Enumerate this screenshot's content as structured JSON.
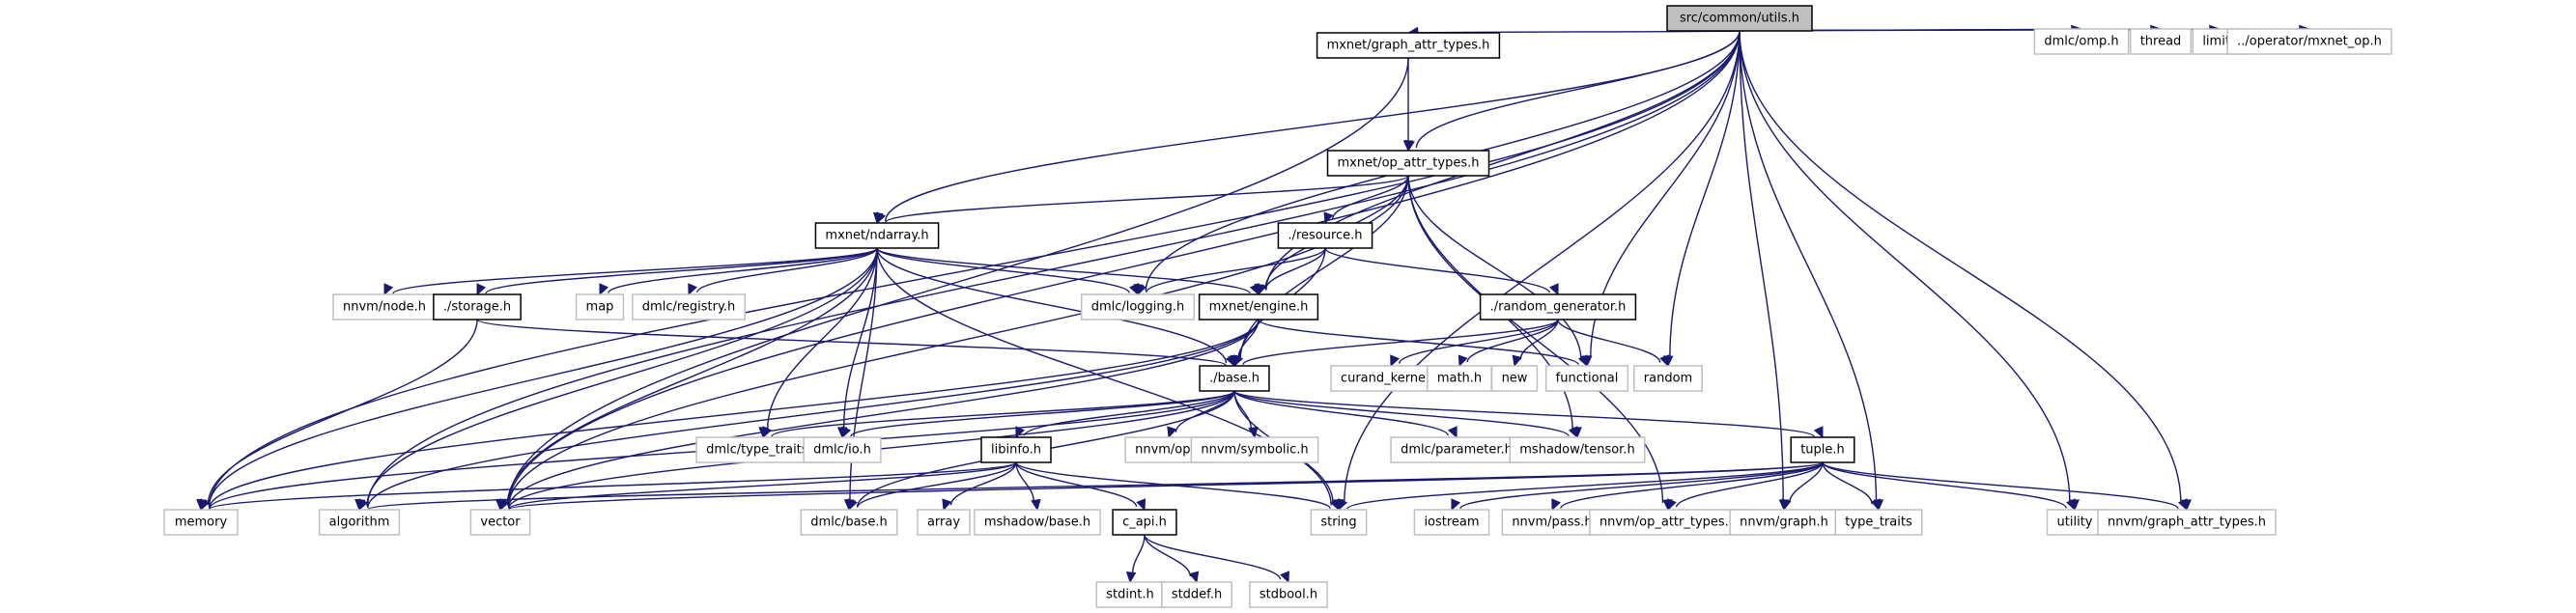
{
  "title": "src/common/utils.h include dependency graph",
  "colors": {
    "edge": "#191970",
    "root_fill": "#bfbfbf",
    "internal_border": "#000000",
    "external_border": "#bfbfbf"
  },
  "nodes": [
    {
      "id": "utils",
      "label": "src/common/utils.h",
      "kind": "root"
    },
    {
      "id": "graph_attr_types",
      "label": "mxnet/graph_attr_types.h",
      "kind": "internal"
    },
    {
      "id": "dmlc_omp",
      "label": "dmlc/omp.h",
      "kind": "external"
    },
    {
      "id": "thread",
      "label": "thread",
      "kind": "external"
    },
    {
      "id": "limits",
      "label": "limits",
      "kind": "external"
    },
    {
      "id": "mxnet_op",
      "label": "../operator/mxnet_op.h",
      "kind": "external"
    },
    {
      "id": "op_attr_types",
      "label": "mxnet/op_attr_types.h",
      "kind": "internal"
    },
    {
      "id": "ndarray",
      "label": "mxnet/ndarray.h",
      "kind": "internal"
    },
    {
      "id": "resource",
      "label": "./resource.h",
      "kind": "internal"
    },
    {
      "id": "nnvm_node",
      "label": "nnvm/node.h",
      "kind": "external"
    },
    {
      "id": "storage",
      "label": "./storage.h",
      "kind": "internal"
    },
    {
      "id": "map",
      "label": "map",
      "kind": "external"
    },
    {
      "id": "registry",
      "label": "dmlc/registry.h",
      "kind": "external"
    },
    {
      "id": "logging",
      "label": "dmlc/logging.h",
      "kind": "external"
    },
    {
      "id": "engine",
      "label": "mxnet/engine.h",
      "kind": "internal"
    },
    {
      "id": "random_generator",
      "label": "./random_generator.h",
      "kind": "internal"
    },
    {
      "id": "base",
      "label": "./base.h",
      "kind": "internal"
    },
    {
      "id": "curand",
      "label": "curand_kernel.h",
      "kind": "external"
    },
    {
      "id": "math",
      "label": "math.h",
      "kind": "external"
    },
    {
      "id": "new",
      "label": "new",
      "kind": "external"
    },
    {
      "id": "functional",
      "label": "functional",
      "kind": "external"
    },
    {
      "id": "random",
      "label": "random",
      "kind": "external"
    },
    {
      "id": "type_traits_dmlc",
      "label": "dmlc/type_traits.h",
      "kind": "external"
    },
    {
      "id": "dmlc_io",
      "label": "dmlc/io.h",
      "kind": "external"
    },
    {
      "id": "libinfo",
      "label": "libinfo.h",
      "kind": "internal"
    },
    {
      "id": "nnvm_op",
      "label": "nnvm/op.h",
      "kind": "external"
    },
    {
      "id": "nnvm_symbolic",
      "label": "nnvm/symbolic.h",
      "kind": "external"
    },
    {
      "id": "dmlc_parameter",
      "label": "dmlc/parameter.h",
      "kind": "external"
    },
    {
      "id": "mshadow_tensor",
      "label": "mshadow/tensor.h",
      "kind": "external"
    },
    {
      "id": "tuple",
      "label": "tuple.h",
      "kind": "internal"
    },
    {
      "id": "memory",
      "label": "memory",
      "kind": "external"
    },
    {
      "id": "algorithm",
      "label": "algorithm",
      "kind": "external"
    },
    {
      "id": "vector",
      "label": "vector",
      "kind": "external"
    },
    {
      "id": "dmlc_base",
      "label": "dmlc/base.h",
      "kind": "external"
    },
    {
      "id": "array",
      "label": "array",
      "kind": "external"
    },
    {
      "id": "mshadow_base",
      "label": "mshadow/base.h",
      "kind": "external"
    },
    {
      "id": "c_api",
      "label": "c_api.h",
      "kind": "internal"
    },
    {
      "id": "string",
      "label": "string",
      "kind": "external"
    },
    {
      "id": "iostream",
      "label": "iostream",
      "kind": "external"
    },
    {
      "id": "nnvm_pass",
      "label": "nnvm/pass.h",
      "kind": "external"
    },
    {
      "id": "nnvm_op_attr_types",
      "label": "nnvm/op_attr_types.h",
      "kind": "external"
    },
    {
      "id": "nnvm_graph",
      "label": "nnvm/graph.h",
      "kind": "external"
    },
    {
      "id": "type_traits",
      "label": "type_traits",
      "kind": "external"
    },
    {
      "id": "utility",
      "label": "utility",
      "kind": "external"
    },
    {
      "id": "nnvm_graph_attr_types",
      "label": "nnvm/graph_attr_types.h",
      "kind": "external"
    },
    {
      "id": "stdint",
      "label": "stdint.h",
      "kind": "external"
    },
    {
      "id": "stddef",
      "label": "stddef.h",
      "kind": "external"
    },
    {
      "id": "stdbool",
      "label": "stdbool.h",
      "kind": "external"
    }
  ],
  "edges": [
    [
      "utils",
      "graph_attr_types"
    ],
    [
      "utils",
      "dmlc_omp"
    ],
    [
      "utils",
      "thread"
    ],
    [
      "utils",
      "limits"
    ],
    [
      "utils",
      "mxnet_op"
    ],
    [
      "utils",
      "op_attr_types"
    ],
    [
      "utils",
      "ndarray"
    ],
    [
      "utils",
      "logging"
    ],
    [
      "utils",
      "engine"
    ],
    [
      "utils",
      "functional"
    ],
    [
      "utils",
      "random"
    ],
    [
      "utils",
      "memory"
    ],
    [
      "utils",
      "algorithm"
    ],
    [
      "utils",
      "vector"
    ],
    [
      "utils",
      "string"
    ],
    [
      "utils",
      "nnvm_graph"
    ],
    [
      "utils",
      "type_traits"
    ],
    [
      "utils",
      "utility"
    ],
    [
      "utils",
      "nnvm_graph_attr_types"
    ],
    [
      "graph_attr_types",
      "op_attr_types"
    ],
    [
      "graph_attr_types",
      "vector"
    ],
    [
      "op_attr_types",
      "ndarray"
    ],
    [
      "op_attr_types",
      "resource"
    ],
    [
      "op_attr_types",
      "engine"
    ],
    [
      "op_attr_types",
      "base"
    ],
    [
      "op_attr_types",
      "functional"
    ],
    [
      "op_attr_types",
      "mshadow_tensor"
    ],
    [
      "op_attr_types",
      "nnvm_op_attr_types"
    ],
    [
      "op_attr_types",
      "vector"
    ],
    [
      "ndarray",
      "nnvm_node"
    ],
    [
      "ndarray",
      "storage"
    ],
    [
      "ndarray",
      "map"
    ],
    [
      "ndarray",
      "registry"
    ],
    [
      "ndarray",
      "logging"
    ],
    [
      "ndarray",
      "engine"
    ],
    [
      "ndarray",
      "base"
    ],
    [
      "ndarray",
      "memory"
    ],
    [
      "ndarray",
      "algorithm"
    ],
    [
      "ndarray",
      "vector"
    ],
    [
      "ndarray",
      "dmlc_base"
    ],
    [
      "ndarray",
      "type_traits_dmlc"
    ],
    [
      "ndarray",
      "dmlc_io"
    ],
    [
      "ndarray",
      "string"
    ],
    [
      "resource",
      "logging"
    ],
    [
      "resource",
      "engine"
    ],
    [
      "resource",
      "base"
    ],
    [
      "resource",
      "random_generator"
    ],
    [
      "storage",
      "base"
    ],
    [
      "storage",
      "memory"
    ],
    [
      "engine",
      "base"
    ],
    [
      "engine",
      "functional"
    ],
    [
      "engine",
      "memory"
    ],
    [
      "engine",
      "vector"
    ],
    [
      "engine",
      "algorithm"
    ],
    [
      "random_generator",
      "base"
    ],
    [
      "random_generator",
      "curand"
    ],
    [
      "random_generator",
      "math"
    ],
    [
      "random_generator",
      "new"
    ],
    [
      "random_generator",
      "random"
    ],
    [
      "base",
      "type_traits_dmlc"
    ],
    [
      "base",
      "dmlc_io"
    ],
    [
      "base",
      "libinfo"
    ],
    [
      "base",
      "nnvm_op"
    ],
    [
      "base",
      "nnvm_symbolic"
    ],
    [
      "base",
      "dmlc_parameter"
    ],
    [
      "base",
      "mshadow_tensor"
    ],
    [
      "base",
      "tuple"
    ],
    [
      "base",
      "string"
    ],
    [
      "base",
      "dmlc_base"
    ],
    [
      "base",
      "memory"
    ],
    [
      "base",
      "vector"
    ],
    [
      "libinfo",
      "dmlc_base"
    ],
    [
      "libinfo",
      "array"
    ],
    [
      "libinfo",
      "mshadow_base"
    ],
    [
      "libinfo",
      "c_api"
    ],
    [
      "libinfo",
      "string"
    ],
    [
      "libinfo",
      "vector"
    ],
    [
      "libinfo",
      "memory"
    ],
    [
      "tuple",
      "vector"
    ],
    [
      "tuple",
      "algorithm"
    ],
    [
      "tuple",
      "string"
    ],
    [
      "tuple",
      "iostream"
    ],
    [
      "tuple",
      "nnvm_pass"
    ],
    [
      "tuple",
      "nnvm_op_attr_types"
    ],
    [
      "tuple",
      "nnvm_graph"
    ],
    [
      "tuple",
      "type_traits"
    ],
    [
      "tuple",
      "utility"
    ],
    [
      "tuple",
      "nnvm_graph_attr_types"
    ],
    [
      "c_api",
      "stdint"
    ],
    [
      "c_api",
      "stddef"
    ],
    [
      "c_api",
      "stdbool"
    ]
  ]
}
